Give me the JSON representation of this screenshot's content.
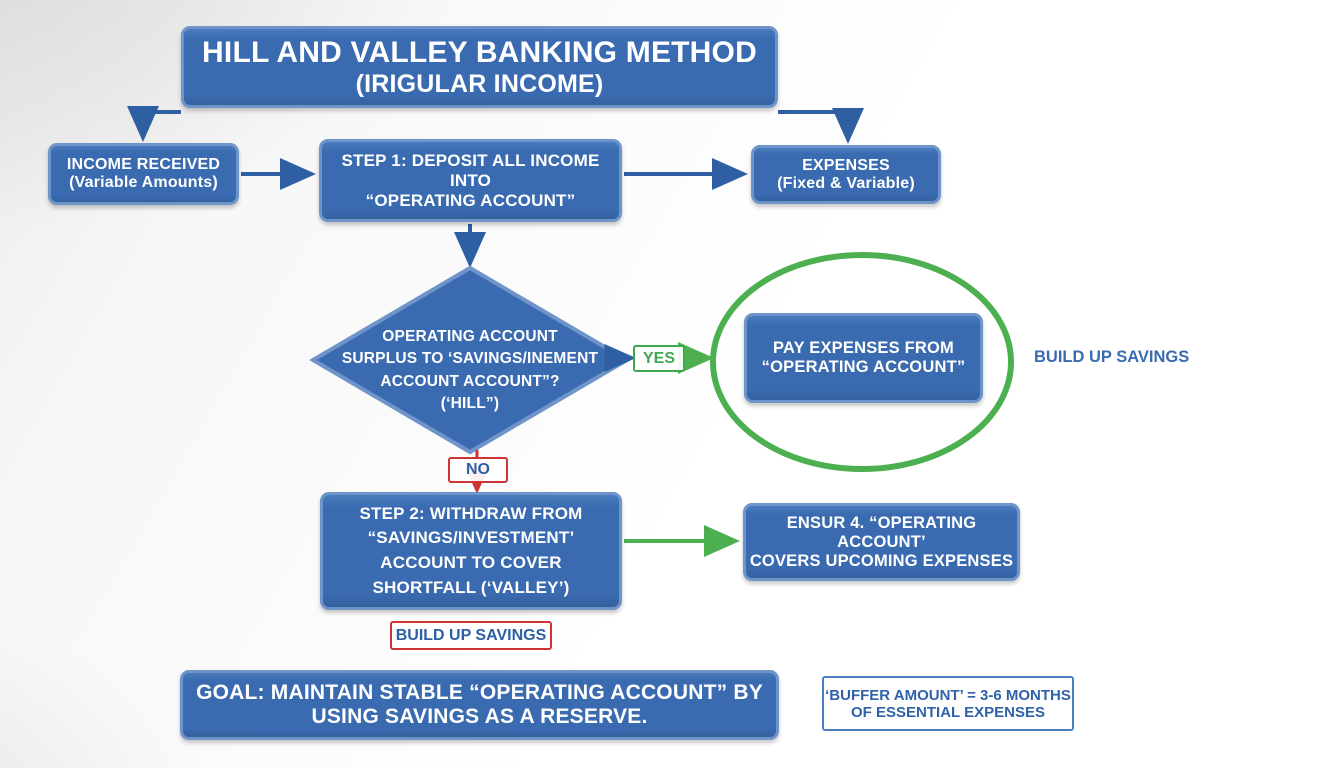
{
  "title": {
    "lines": [
      "HILL AND VALLEY BANKING METHOD",
      "(IRIGULAR INCOME)"
    ]
  },
  "nodes": {
    "income": {
      "lines": [
        "INCOME RECEIVED",
        "(Variable Amounts)"
      ]
    },
    "step1": {
      "lines": [
        "STEP 1: DEPOSIT ALL INCOME INTO",
        "“OPERATING ACCOUNT”"
      ]
    },
    "expenses": {
      "lines": [
        "EXPENSES",
        "(Fixed & Variable)"
      ]
    },
    "decision": {
      "lines": [
        "OPERATING ACCOUNT",
        "SURPLUS TO ‘SAVINGS/INEMENT",
        "ACCOUNT ACCOUNT”?",
        "(‘HILL”)"
      ]
    },
    "pay_expenses": {
      "lines": [
        "PAY EXPENSES FROM",
        "“OPERATING ACCOUNT”"
      ]
    },
    "step2": {
      "lines": [
        "STEP 2: WITHDRAW FROM",
        "“SAVINGS/INVESTMENT’",
        "ACCOUNT TO COVER",
        "SHORTFALL (‘VALLEY’)"
      ]
    },
    "ensure": {
      "lines": [
        "ENSUR 4. “OPERATING ACCOUNT’",
        "COVERS UPCOMING EXPENSES"
      ]
    },
    "goal": {
      "lines": [
        "GOAL: MAINTAIN STABLE “OPERATING ACCOUNT” BY",
        "USING SAVINGS AS A RESERVE."
      ]
    },
    "buffer": {
      "lines": [
        "‘BUFFER AMOUNT’ = 3-6 MONTHS",
        "OF ESSENTIAL EXPENSES"
      ]
    }
  },
  "labels": {
    "yes": "YES",
    "no": "NO",
    "build_up_savings_right": "BUILD UP SAVINGS",
    "build_up_savings_bottom": "BUILD UP SAVINGS"
  },
  "colors": {
    "box_fill": "#3a6bb0",
    "box_border": "#6e94ca",
    "arrow_blue": "#2e5fa3",
    "arrow_green": "#4caf50",
    "arrow_red": "#cf3434",
    "yes_green": "#3da84e",
    "label_blue": "#3a6bb0",
    "ellipse_green": "#4caf50"
  }
}
